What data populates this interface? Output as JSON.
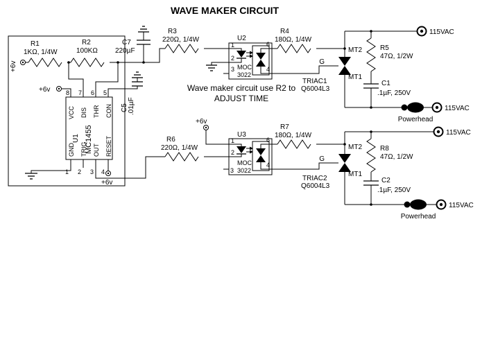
{
  "title": "WAVE MAKER CIRCUIT",
  "note": {
    "line1": "Wave maker circuit use R2 to",
    "line2": "ADJUST TIME"
  },
  "supply": {
    "v6": "+6v",
    "vac": "115VAC",
    "powerhead": "Powerhead"
  },
  "timer": {
    "ref": "U1",
    "part": "MC1455",
    "pin_top": [
      "8",
      "7",
      "6",
      "5"
    ],
    "label_top": [
      "VCC",
      "DIS",
      "THR",
      "CON"
    ],
    "pin_bottom": [
      "1",
      "2",
      "3",
      "4"
    ],
    "label_bottom": [
      "GND",
      "TRIG",
      "OUT",
      "RESET"
    ]
  },
  "opto": {
    "u2": "U2",
    "u3": "U3",
    "part1": "MOC",
    "part2": "3022",
    "pins_left": [
      "1",
      "2",
      "3"
    ],
    "pins_right": [
      "6",
      "4"
    ]
  },
  "triac": {
    "mt2": "MT2",
    "mt1": "MT1",
    "g": "G",
    "t1_ref": "TRIAC1",
    "t1_part": "Q6004L3",
    "t2_ref": "TRIAC2",
    "t2_part": "Q6004L3"
  },
  "resistors": {
    "r1": {
      "ref": "R1",
      "value": "1KΩ, 1/4W"
    },
    "r2": {
      "ref": "R2",
      "value": "100KΩ"
    },
    "r3": {
      "ref": "R3",
      "value": "220Ω, 1/4W"
    },
    "r4": {
      "ref": "R4",
      "value": "180Ω, 1/4W"
    },
    "r5": {
      "ref": "R5",
      "value": "47Ω, 1/2W"
    },
    "r6": {
      "ref": "R6",
      "value": "220Ω, 1/4W"
    },
    "r7": {
      "ref": "R7",
      "value": "180Ω, 1/4W"
    },
    "r8": {
      "ref": "R8",
      "value": "47Ω, 1/2W"
    }
  },
  "capacitors": {
    "c1": {
      "ref": "C1",
      "value": ".1µF, 250V"
    },
    "c2": {
      "ref": "C2",
      "value": ".1µF, 250V"
    },
    "c5": {
      "ref": "C5",
      "value": ".01µF"
    },
    "c7": {
      "ref": "C7",
      "value": "220µF"
    }
  }
}
